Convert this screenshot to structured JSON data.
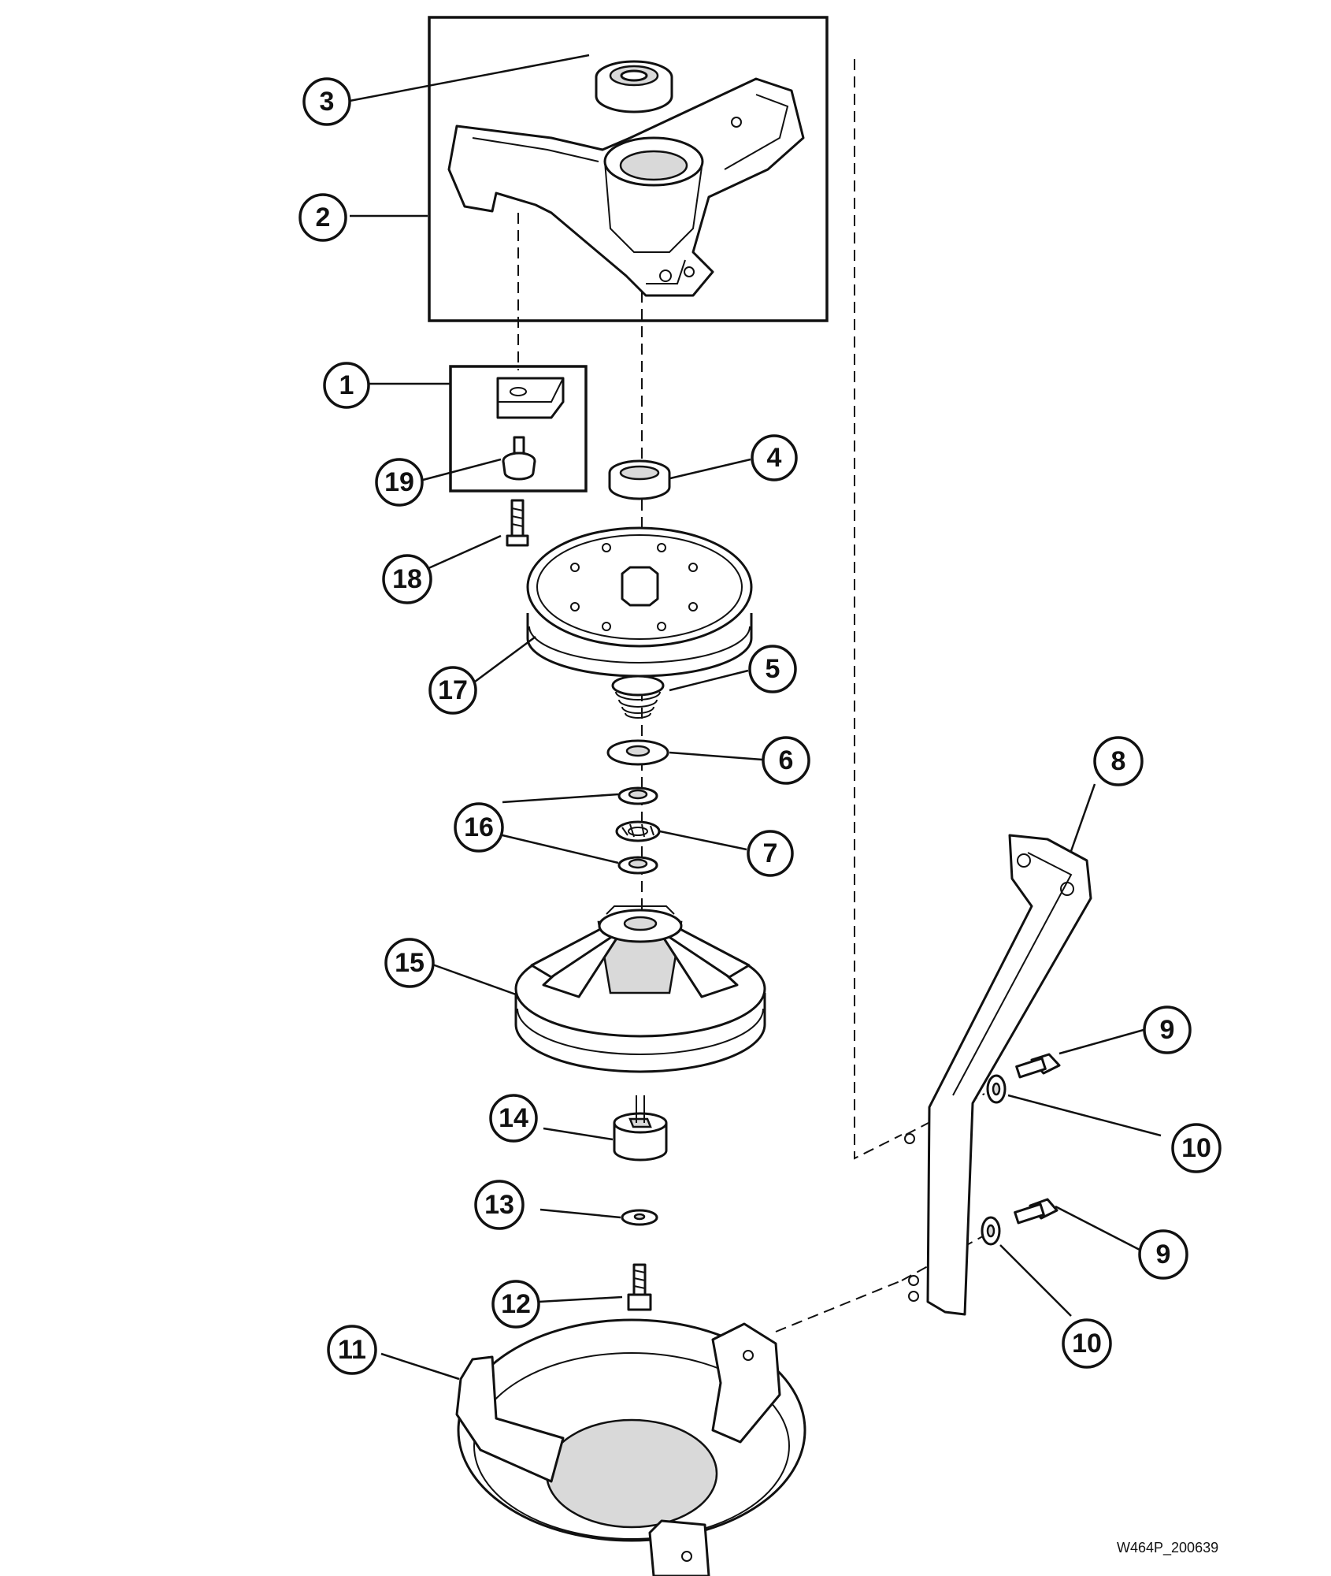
{
  "callouts": [
    {
      "id": "c1",
      "label": "1"
    },
    {
      "id": "c2",
      "label": "2"
    },
    {
      "id": "c3",
      "label": "3"
    },
    {
      "id": "c4",
      "label": "4"
    },
    {
      "id": "c5",
      "label": "5"
    },
    {
      "id": "c6",
      "label": "6"
    },
    {
      "id": "c7",
      "label": "7"
    },
    {
      "id": "c8",
      "label": "8"
    },
    {
      "id": "c9a",
      "label": "9"
    },
    {
      "id": "c9b",
      "label": "9"
    },
    {
      "id": "c10a",
      "label": "10"
    },
    {
      "id": "c10b",
      "label": "10"
    },
    {
      "id": "c11",
      "label": "11"
    },
    {
      "id": "c12",
      "label": "12"
    },
    {
      "id": "c13",
      "label": "13"
    },
    {
      "id": "c14",
      "label": "14"
    },
    {
      "id": "c15",
      "label": "15"
    },
    {
      "id": "c16",
      "label": "16"
    },
    {
      "id": "c17",
      "label": "17"
    },
    {
      "id": "c18",
      "label": "18"
    },
    {
      "id": "c19",
      "label": "19"
    }
  ],
  "drawing_code": "W464P_200639"
}
